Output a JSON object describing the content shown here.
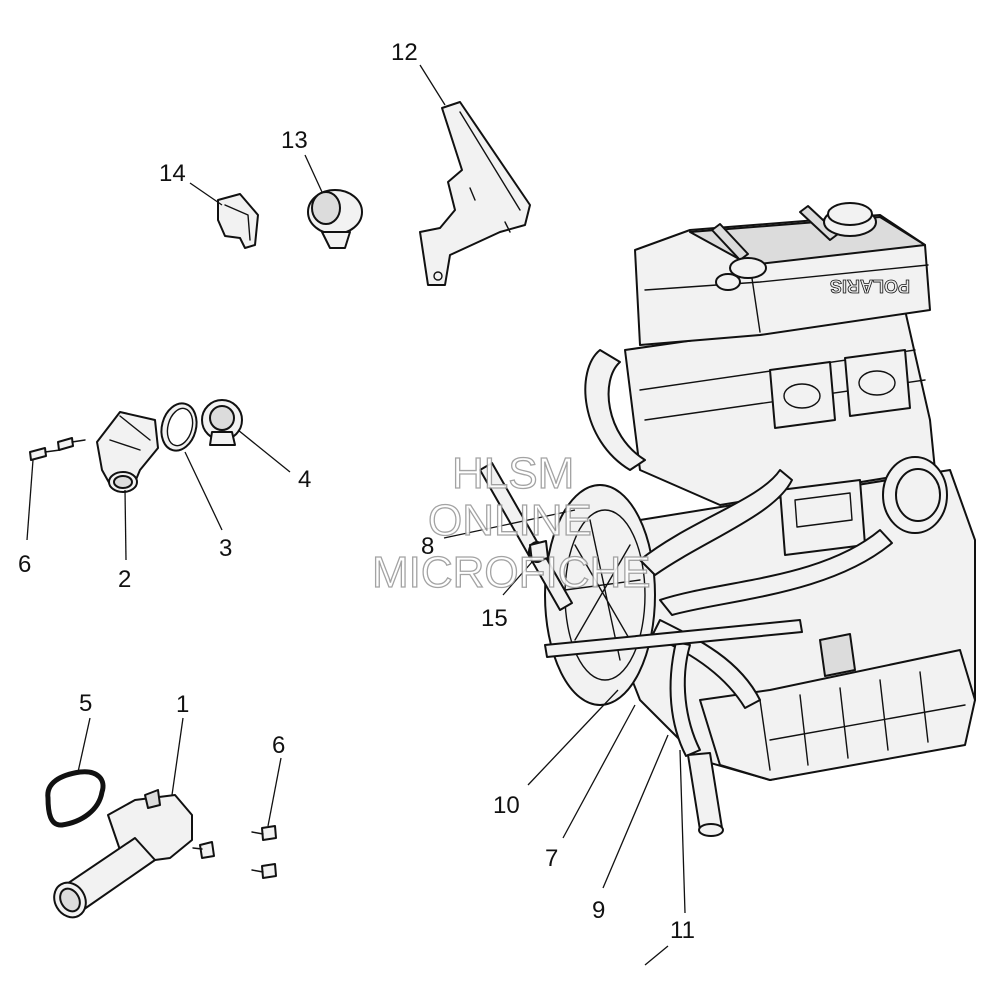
{
  "callouts": [
    {
      "id": "c12",
      "label": "12"
    },
    {
      "id": "c13",
      "label": "13"
    },
    {
      "id": "c14",
      "label": "14"
    },
    {
      "id": "c4",
      "label": "4"
    },
    {
      "id": "c3",
      "label": "3"
    },
    {
      "id": "c2",
      "label": "2"
    },
    {
      "id": "c6a",
      "label": "6"
    },
    {
      "id": "c8",
      "label": "8"
    },
    {
      "id": "c15",
      "label": "15"
    },
    {
      "id": "c5",
      "label": "5"
    },
    {
      "id": "c1",
      "label": "1"
    },
    {
      "id": "c6b",
      "label": "6"
    },
    {
      "id": "c10",
      "label": "10"
    },
    {
      "id": "c7",
      "label": "7"
    },
    {
      "id": "c9",
      "label": "9"
    },
    {
      "id": "c11",
      "label": "11"
    }
  ],
  "watermark": {
    "line1": "HLSM",
    "line2": "ONLINE",
    "line3": "MICROFICHE"
  },
  "engine_logo": "POLARIS"
}
